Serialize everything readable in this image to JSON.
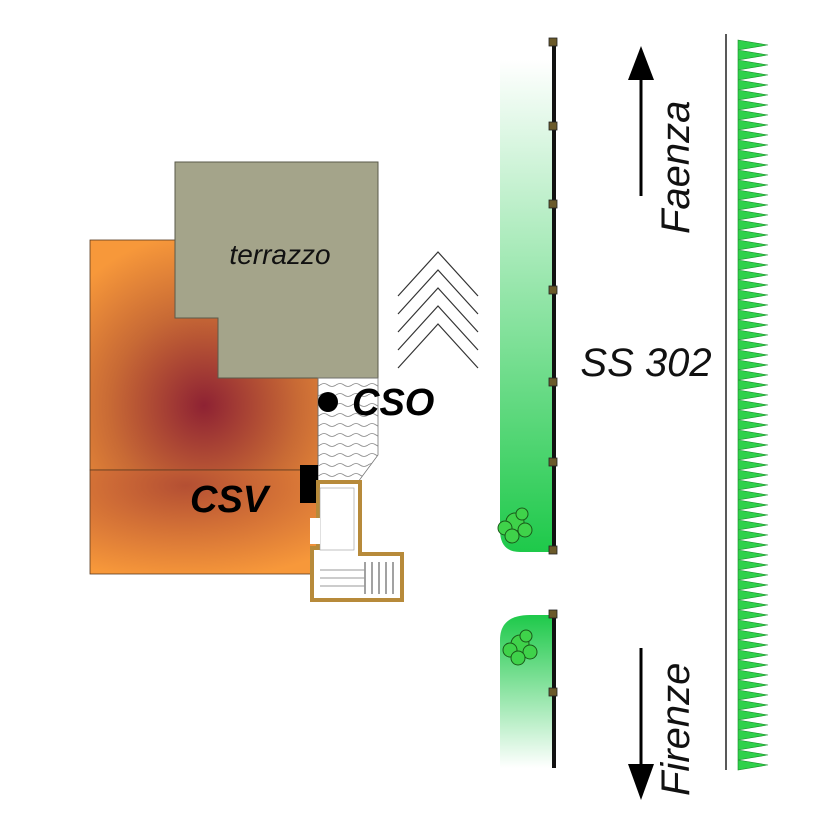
{
  "labels": {
    "terrace": "terrazzo",
    "cso": "CSO",
    "csv": "CSV",
    "road": "SS 302",
    "north_direction": "Faenza",
    "south_direction": "Firenze"
  },
  "colors": {
    "roof_light": "#f7983a",
    "roof_dark": "#8e2233",
    "terrace": "#a4a48a",
    "hedge": "#1ec94a",
    "fence": "#111111",
    "fence_post": "#6b5a2a",
    "wall_outline": "#b78a3a",
    "grass": "#2fd14a"
  }
}
